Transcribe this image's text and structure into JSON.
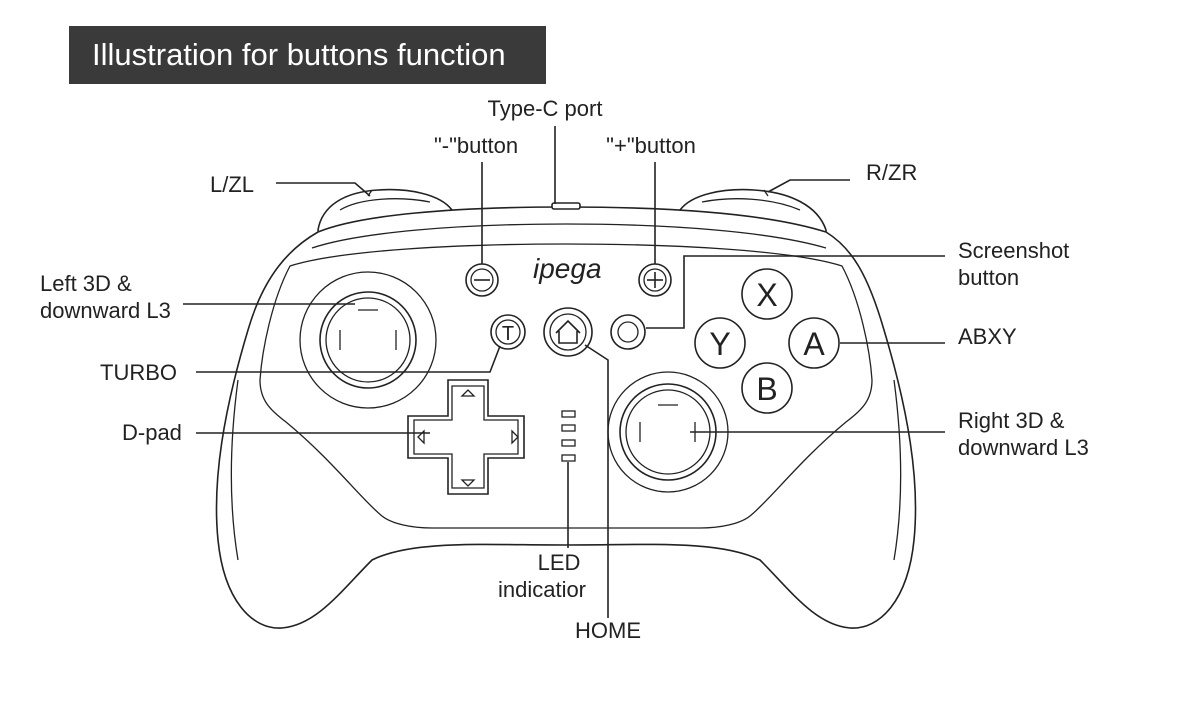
{
  "title": "Illustration for buttons function",
  "brand": "ipega",
  "labels": {
    "typec": "Type-C port",
    "minus": "\"-\"button",
    "plus": "\"+\"button",
    "lzl": "L/ZL",
    "rzr": "R/ZR",
    "left3d_1": "Left 3D &",
    "left3d_2": "downward L3",
    "screenshot_1": "Screenshot",
    "screenshot_2": "button",
    "abxy": "ABXY",
    "turbo": "TURBO",
    "dpad": "D-pad",
    "right3d_1": "Right 3D &",
    "right3d_2": "downward L3",
    "led_1": "LED",
    "led_2": "indicatior",
    "home": "HOME"
  },
  "buttons": {
    "x": "X",
    "y": "Y",
    "a": "A",
    "b": "B",
    "turbo_glyph": "T"
  }
}
